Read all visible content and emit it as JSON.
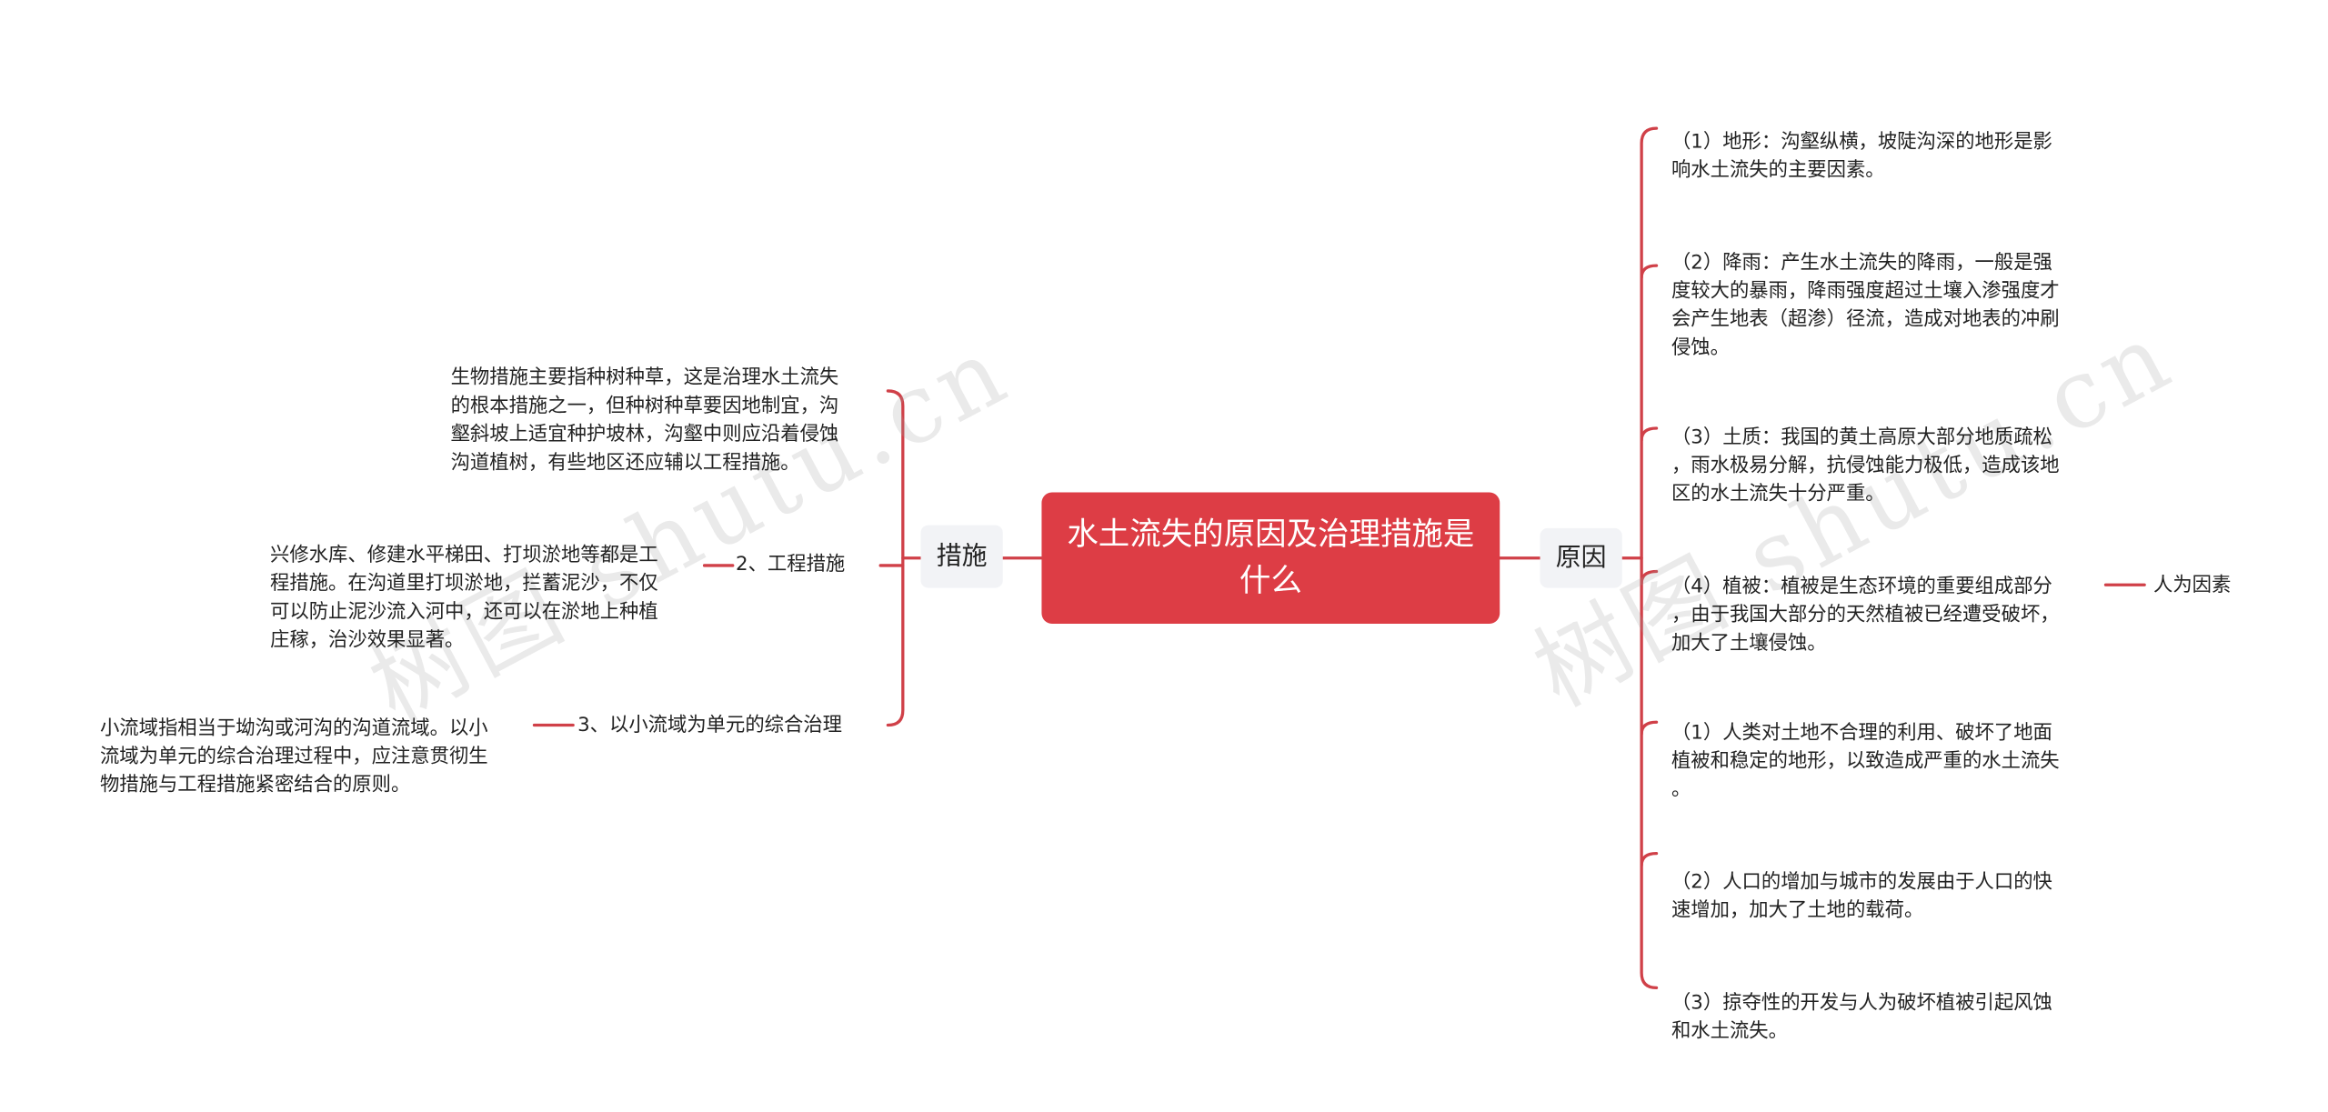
{
  "central": {
    "label": "水土流失的原因及治理措施是什么"
  },
  "colors": {
    "accent": "#dd3d45",
    "edge": "#d04048",
    "topic_bg": "#f2f3f6"
  },
  "watermark": {
    "left_text": "树图 shutu.cn",
    "right_text": "树图 shutu.cn"
  },
  "left_branch": {
    "label": "措施",
    "items": [
      {
        "label": "",
        "detail": "生物措施主要指种树种草，这是治理水土流失\n的根本措施之一，但种树种草要因地制宜，沟\n壑斜坡上适宜种护坡林，沟壑中则应沿着侵蚀\n沟道植树，有些地区还应辅以工程措施。"
      },
      {
        "label": "2、工程措施",
        "detail": "兴修水库、修建水平梯田、打坝淤地等都是工\n程措施。在沟道里打坝淤地，拦蓄泥沙，不仅\n可以防止泥沙流入河中，还可以在淤地上种植\n庄稼，治沙效果显著。"
      },
      {
        "label": "3、以小流域为单元的综合治理",
        "detail": "小流域指相当于坳沟或河沟的沟道流域。以小\n流域为单元的综合治理过程中，应注意贯彻生\n物措施与工程措施紧密结合的原则。"
      }
    ]
  },
  "right_branch": {
    "label": "原因",
    "items": [
      {
        "text": "（1）地形：沟壑纵横，坡陡沟深的地形是影\n响水土流失的主要因素。"
      },
      {
        "text": "（2）降雨：产生水土流失的降雨，一般是强\n度较大的暴雨，降雨强度超过土壤入渗强度才\n会产生地表（超渗）径流，造成对地表的冲刷\n侵蚀。"
      },
      {
        "text": "（3）土质：我国的黄土高原大部分地质疏松\n，雨水极易分解，抗侵蚀能力极低，造成该地\n区的水土流失十分严重。"
      },
      {
        "text": "（4）植被：植被是生态环境的重要组成部分\n，由于我国大部分的天然植被已经遭受破坏，\n加大了土壤侵蚀。",
        "child": "人为因素"
      },
      {
        "text": "（1）人类对土地不合理的利用、破坏了地面\n植被和稳定的地形，以致造成严重的水土流失\n。"
      },
      {
        "text": "（2）人口的增加与城市的发展由于人口的快\n速增加，加大了土地的载荷。"
      },
      {
        "text": "（3）掠夺性的开发与人为破坏植被引起风蚀\n和水土流失。"
      }
    ]
  }
}
